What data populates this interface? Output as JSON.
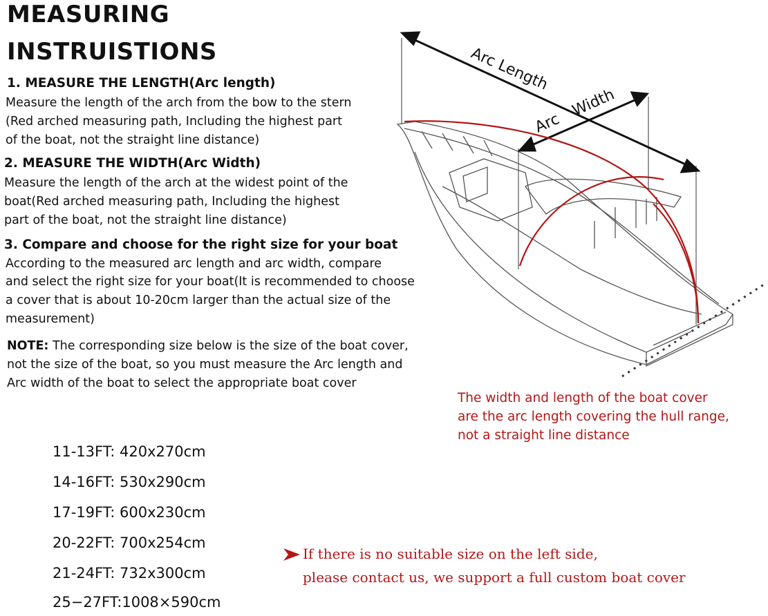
{
  "title": {
    "line1": "MEASURING",
    "line2": "INSTRUISTIONS"
  },
  "step1": {
    "heading": "1. MEASURE THE LENGTH(Arc length)",
    "lines": [
      "Measure the length of the arch from the bow to the stern",
      "(Red arched measuring path, Including the highest part",
      "of the boat, not the straight line distance)"
    ]
  },
  "step2": {
    "heading": "2. MEASURE THE WIDTH(Arc Width)",
    "lines": [
      "Measure the length of the arch at the widest point of the",
      "boat(Red arched measuring path, Including the highest",
      "part of the boat, not the straight line distance)"
    ]
  },
  "step3": {
    "heading": "3. Compare and choose for the right size for your boat",
    "lines": [
      "According to the measured arc length and arc width, compare",
      "and select the right size for your boat(It is recommended to choose",
      "a cover that is about 10-20cm larger than the actual size of the",
      "measurement)"
    ]
  },
  "note": {
    "label": "NOTE:",
    "line1_rest": " The corresponding size below is the size of the boat cover,",
    "line2": "not the size of the boat, so you must measure the Arc length and",
    "line3": "Arc width of the boat to select the appropriate boat cover"
  },
  "diagram": {
    "arc_length_label": "Arc Length",
    "arc_label": "Arc",
    "width_label": "Width"
  },
  "red_note": {
    "lines": [
      "The width and length of the boat cover",
      "are the arc length covering the hull range,",
      "not a straight line distance"
    ]
  },
  "sizes": [
    "11-13FT: 420x270cm",
    "14-16FT: 530x290cm",
    "17-19FT: 600x230cm",
    "20-22FT: 700x254cm",
    "21-24FT: 732x300cm",
    "25−27FT:1008×590cm"
  ],
  "custom_note": {
    "line1": "If there is no suitable size on the left side,",
    "line2": "please contact us, we support a full custom boat cover"
  },
  "colors": {
    "accent_red": "#b31717",
    "text": "#111111"
  }
}
